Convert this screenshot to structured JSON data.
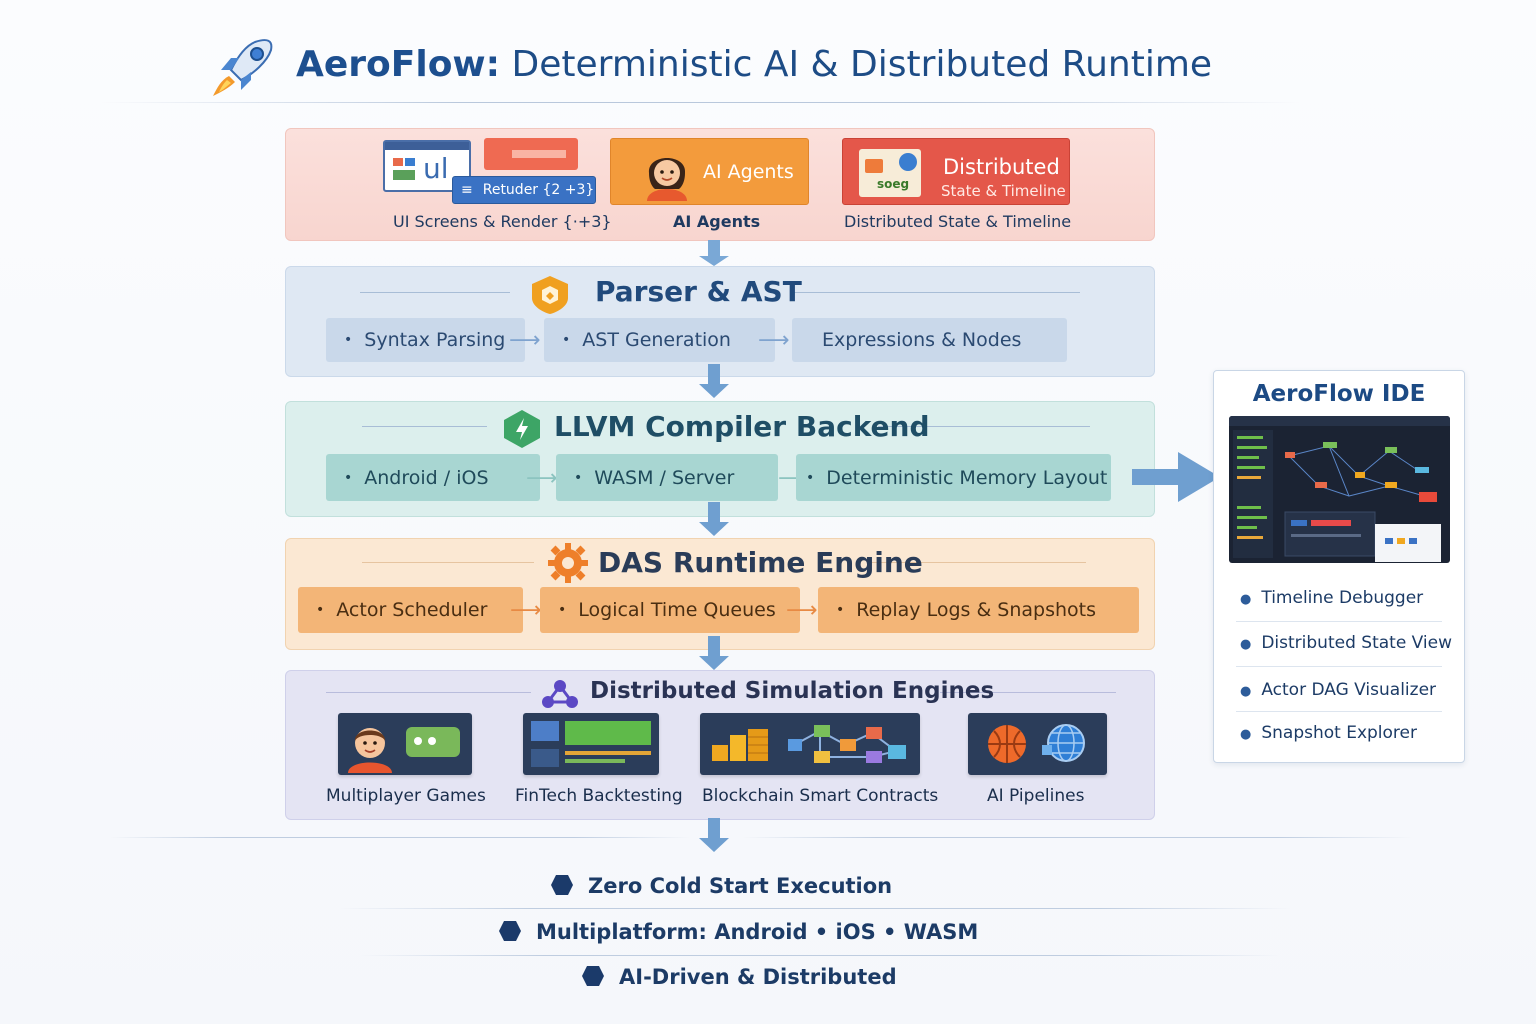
{
  "header": {
    "title_brand": "AeroFlow:",
    "title_rest": "Deterministic AI & Distributed Runtime",
    "logo_icon": "rocket-icon"
  },
  "inputs": {
    "ui_card_text": "ul",
    "render_badge": "Retuder {2 +3}",
    "ui_caption": "UI Screens & Render {·+3}",
    "agents_card": "AI Agents",
    "agents_caption": "AI Agents",
    "dist_card_title": "Distributed",
    "dist_card_sub": "State & Timeline",
    "dist_card_icon_text": "soeg",
    "dist_caption": "Distributed State & Timeline"
  },
  "parser": {
    "title": "Parser & AST",
    "items": [
      "Syntax Parsing",
      "AST Generation",
      "Expressions & Nodes"
    ]
  },
  "llvm": {
    "title": "LLVM Compiler Backend",
    "items": [
      "Android / iOS",
      "WASM / Server",
      "Deterministic Memory Layout"
    ]
  },
  "das": {
    "title": "DAS Runtime Engine",
    "items": [
      "Actor Scheduler",
      "Logical Time Queues",
      "Replay Logs & Snapshots"
    ]
  },
  "sim": {
    "title": "Distributed Simulation Engines",
    "tiles": [
      "Multiplayer Games",
      "FinTech Backtesting",
      "Blockchain Smart Contracts",
      "AI Pipelines"
    ]
  },
  "ide": {
    "title": "AeroFlow IDE",
    "items": [
      "Timeline Debugger",
      "Distributed State View",
      "Actor DAG Visualizer",
      "Snapshot Explorer"
    ]
  },
  "features": [
    "Zero Cold Start Execution",
    "Multiplatform: Android • iOS • WASM",
    "AI-Driven & Distributed"
  ],
  "colors": {
    "accent_blue": "#1d4f8f",
    "arrow_blue": "#6f9fd0",
    "inputs_bg": "#f8d5cf",
    "parser_bg": "#dfe8f3",
    "llvm_bg": "#dcefed",
    "das_bg": "#fbe8d3",
    "sim_bg": "#e4e4f3"
  }
}
